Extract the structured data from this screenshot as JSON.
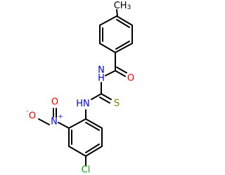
{
  "molecule": {
    "atoms": {
      "methyl_h": {
        "label": "H",
        "sub": "3",
        "prefix": "C",
        "color": "#000000"
      },
      "carbonyl_o": {
        "label": "O",
        "color": "#ff0000"
      },
      "amide_n": {
        "label": "N",
        "sub": "H",
        "prefix": "",
        "color": "#0000ff"
      },
      "thio_s": {
        "label": "S",
        "color": "#808000"
      },
      "amine_n": {
        "label": "N",
        "sub": "H",
        "color": "#0000ff"
      },
      "nitro_n": {
        "label": "N",
        "charge": "+",
        "color": "#0000ff"
      },
      "nitro_o_minus": {
        "label": "O",
        "charge": "-",
        "color": "#ff0000"
      },
      "nitro_o": {
        "label": "O",
        "color": "#ff0000"
      },
      "chloro": {
        "label": "Cl",
        "color": "#00aa00"
      }
    }
  }
}
